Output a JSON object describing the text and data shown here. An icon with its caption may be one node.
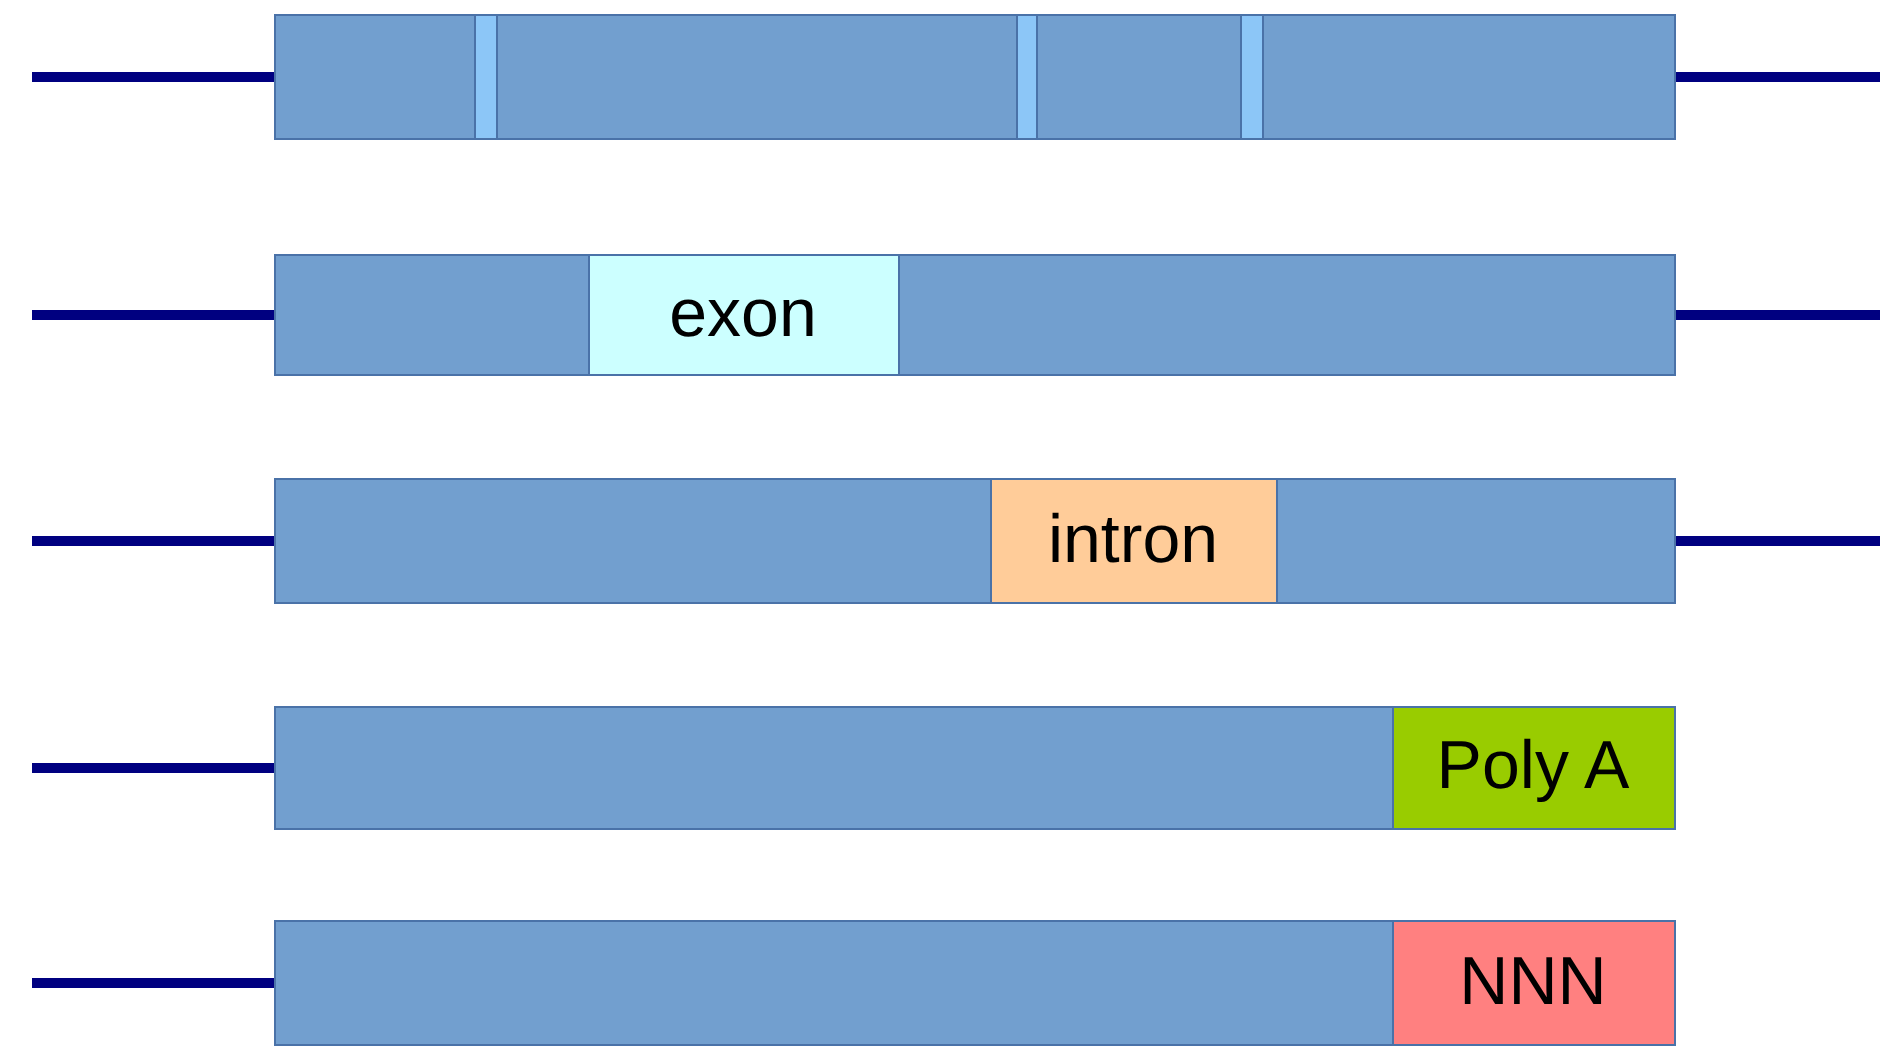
{
  "diagram": {
    "nodes": [
      {
        "text": [],
        "shape": "bar"
      },
      {
        "text": [],
        "shape": "bar",
        "in": 0
      },
      {
        "text": [],
        "shape": "bar",
        "in": 0
      },
      {
        "text": [],
        "shape": "bar",
        "in": 0
      },
      {
        "text": [],
        "shape": "bar"
      },
      {
        "text": [
          "exon"
        ],
        "in": 4
      },
      {
        "text": [],
        "shape": "bar"
      },
      {
        "text": [
          "intron"
        ],
        "in": 6
      },
      {
        "text": [],
        "shape": "bar"
      },
      {
        "text": [
          "Poly A"
        ],
        "in": 8
      },
      {
        "text": [],
        "shape": "bar"
      },
      {
        "text": [
          "NNN"
        ],
        "in": 10
      }
    ]
  }
}
